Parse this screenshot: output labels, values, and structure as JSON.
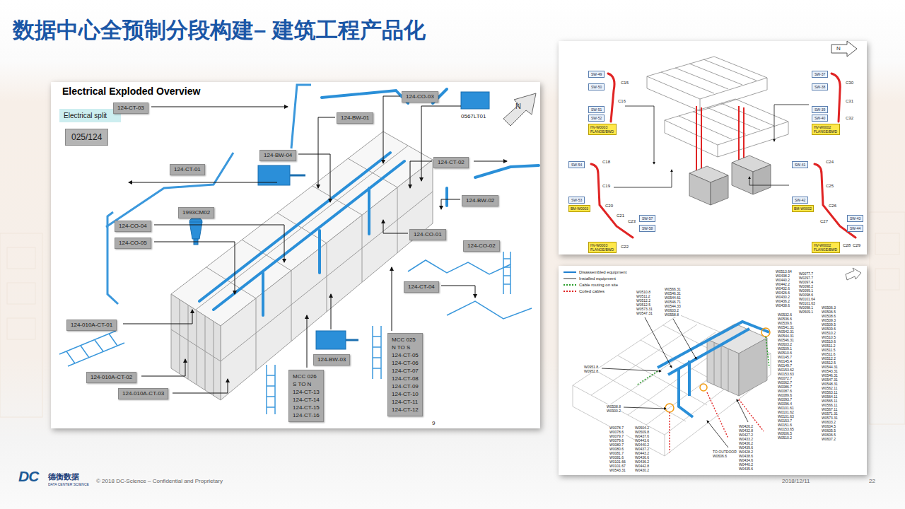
{
  "diagram": {
    "title": "数据中心全预制分段构建– 建筑工程产品化",
    "nodes": [
      {
        "text": [
          "Electrical Exploded Overview"
        ]
      },
      {
        "text": [
          "Electrical split"
        ],
        "in": 0
      },
      {
        "text": [
          "025/124"
        ],
        "in": 0
      },
      {
        "text": [
          "124-CT-03"
        ],
        "in": 0
      },
      {
        "text": [
          "124-BW-01"
        ],
        "in": 0
      },
      {
        "text": [
          "124-CO-03"
        ],
        "in": 0
      },
      {
        "text": [
          "124-CT-01"
        ],
        "in": 0
      },
      {
        "text": [
          "124-BW-04"
        ],
        "in": 0
      },
      {
        "text": [
          "124-CT-02"
        ],
        "in": 0
      },
      {
        "text": [
          "124-BW-02"
        ],
        "in": 0
      },
      {
        "text": [
          "1993CM02"
        ],
        "in": 0
      },
      {
        "text": [
          "124-CO-04"
        ],
        "in": 0
      },
      {
        "text": [
          "124-CO-05"
        ],
        "in": 0
      },
      {
        "text": [
          "124-CO-01"
        ],
        "in": 0
      },
      {
        "text": [
          "124-CO-02"
        ],
        "in": 0
      },
      {
        "text": [
          "124-CT-04"
        ],
        "in": 0
      },
      {
        "text": [
          "124-010A-CT-01"
        ],
        "in": 0
      },
      {
        "text": [
          "124-010A-CT-02"
        ],
        "in": 0
      },
      {
        "text": [
          "124-010A-CT-03"
        ],
        "in": 0
      },
      {
        "text": [
          "124-BW-03"
        ],
        "in": 0
      },
      {
        "text": [
          "MCC 025",
          "N TO S",
          "124-CT-05",
          "124-CT-06",
          "124-CT-07",
          "124-CT-08",
          "124-CT-09",
          "124-CT-10",
          "124-CT-11",
          "124-CT-12"
        ],
        "in": 0
      },
      {
        "text": [
          "MCC 026",
          "S TO N",
          "124-CT-13",
          "124-CT-14",
          "124-CT-15",
          "124-CT-16"
        ],
        "in": 0
      },
      {
        "text": [
          "SW-49"
        ]
      },
      {
        "text": [
          "SW-50"
        ]
      },
      {
        "text": [
          "SW-51"
        ]
      },
      {
        "text": [
          "SW-52"
        ]
      },
      {
        "text": [
          "HV-W0003 FLANGE/BWD"
        ]
      },
      {
        "text": [
          "SW-37"
        ]
      },
      {
        "text": [
          "SW-38"
        ]
      },
      {
        "text": [
          "SW-39"
        ]
      },
      {
        "text": [
          "SW-40"
        ]
      },
      {
        "text": [
          "HV-W0002 FLANGE/BWD"
        ]
      },
      {
        "text": [
          "SW-54"
        ]
      },
      {
        "text": [
          "SW-53"
        ]
      },
      {
        "text": [
          "BM-W0003"
        ]
      },
      {
        "text": [
          "SW-57"
        ]
      },
      {
        "text": [
          "SW-58"
        ]
      },
      {
        "text": [
          "HV-W0003 FLANGE/BWD"
        ]
      },
      {
        "text": [
          "SW-41"
        ]
      },
      {
        "text": [
          "SW-42"
        ]
      },
      {
        "text": [
          "BM-W0002"
        ]
      },
      {
        "text": [
          "SW-43"
        ]
      },
      {
        "text": [
          "SW-44"
        ]
      },
      {
        "text": [
          "HV-W0002 FLANGE/BWD"
        ]
      }
    ],
    "labels": [
      "0567LT01",
      "9",
      "C15",
      "C16",
      "C18",
      "C19",
      "C20",
      "C21",
      "C22",
      "C23",
      "C24",
      "C25",
      "C26",
      "C27",
      "C28",
      "C29",
      "C30",
      "C31",
      "C32",
      "N",
      "N",
      "W0513.64 W0438.2 W0440.2 W0442.2 W0432.6 W0426.6 W0430.2 W0436.2 W0438.6",
      "W0077.7 W0297.7 W0097.4 W0098.2 W0099.1 W0098.6 W0101.64 W0101.63 W0098.1 W0509.1",
      "W0506.3 W0506.5 W0508.6 W0509.3 W0509.5 W0509.6 W0510.2 W0510.5 W0510.6 W0511.2 W0511.5 W0511.6 W0512.2 W0512.5 W0544.31 W0543.31 W0546.31 W0547.31 W0548.31 W0562.11 W0563.11 W0564.11 W0565.11 W0566.11 W0567.11 W0571.31 W0573.31 W0603.2 W0604.5 W0605.5 W0606.5 W0607.2",
      "W0532.6 W0536.6 W0539.6 W0541.31 W0542.31 W0544.31 W0546.31 W0603.2 W0509.1 W0510.6 W0145.7 W0145.4 W0149.7 W0153.62 W0153.63 W0072.7 W0062.7 W0086.7 W0087.6 W0089.6 W0093.7 W0096.4 W0101.61 W0101.62 W0101.63 W0153.7 W0151.6 W0153.65 W0606.5 W0510.2",
      "W0510.8 W0511.2 W0512.2 W0512.5 W0573.31 W0547.31",
      "W0566.31 W0546.31 W0544.61 W0546.71 W0544.33 W0603.2 W0558.8",
      "W0951.8 W0952.8",
      "W0508.8 W0900.2",
      "W0078.7 W0078.6 W0079.7 W0079.6 W0080.7 W0080.6 W0081.7 W0081.6 W0101.66 W0101.67 W0543.31",
      "W0504.2 W0509.8 W0437.6 W0443.6 W0440.2 W0437.2 W0443.2 W0436.6 W0436.2 W0442.8 W0430.2",
      "W0426.2 W0432.8 W0427.2 W0433.2 W0436.2 W0439.6 W0428.2 W0438.6 W0434.6 W0440.2 W0435.6",
      "TO OUTDOOR W0606.6",
      "DC",
      "德衡数据",
      "DATA CENTER SCIENCE",
      "© 2018 DC-Science – Confidential and Proprietary",
      "2018/12/11",
      "22"
    ],
    "legend": [
      {
        "text": "Disassembled equipment"
      },
      {
        "text": "Installed equipment"
      },
      {
        "text": "Cable routing on site"
      },
      {
        "text": "Coiled cables"
      }
    ]
  }
}
